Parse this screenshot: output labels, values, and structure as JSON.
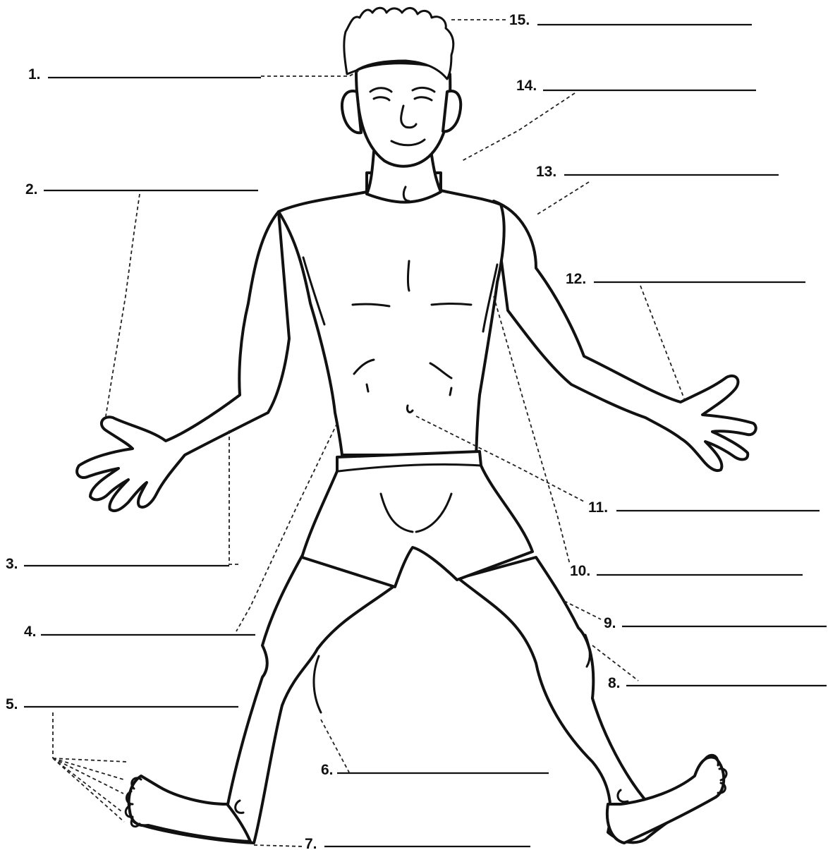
{
  "labels": [
    {
      "id": 1,
      "text": "1."
    },
    {
      "id": 2,
      "text": "2."
    },
    {
      "id": 3,
      "text": "3."
    },
    {
      "id": 4,
      "text": "4."
    },
    {
      "id": 5,
      "text": "5."
    },
    {
      "id": 6,
      "text": "6."
    },
    {
      "id": 7,
      "text": "7."
    },
    {
      "id": 8,
      "text": "8."
    },
    {
      "id": 9,
      "text": "9."
    },
    {
      "id": 10,
      "text": "10."
    },
    {
      "id": 11,
      "text": "11."
    },
    {
      "id": 12,
      "text": "12."
    },
    {
      "id": 13,
      "text": "13."
    },
    {
      "id": 14,
      "text": "14."
    },
    {
      "id": 15,
      "text": "15."
    }
  ]
}
